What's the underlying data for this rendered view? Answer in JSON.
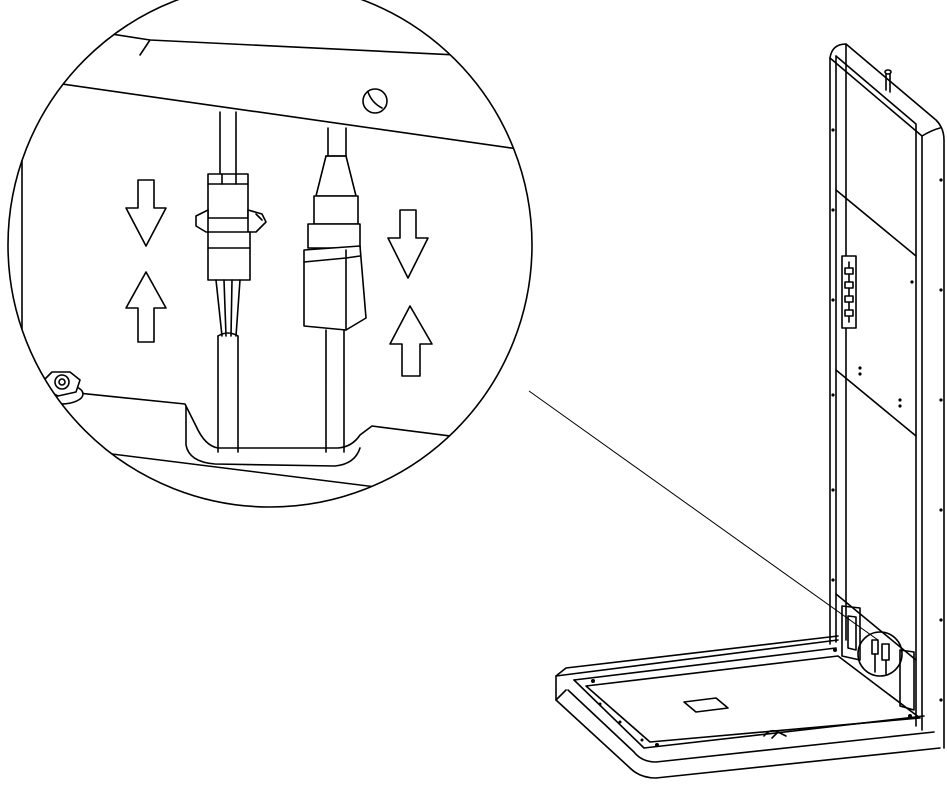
{
  "figure": {
    "description_labels": [],
    "callout_arrows": {
      "left_pair": [
        "down",
        "up"
      ],
      "right_pair": [
        "down",
        "up"
      ]
    },
    "colors": {
      "line": "#000000",
      "background": "#ffffff"
    }
  }
}
